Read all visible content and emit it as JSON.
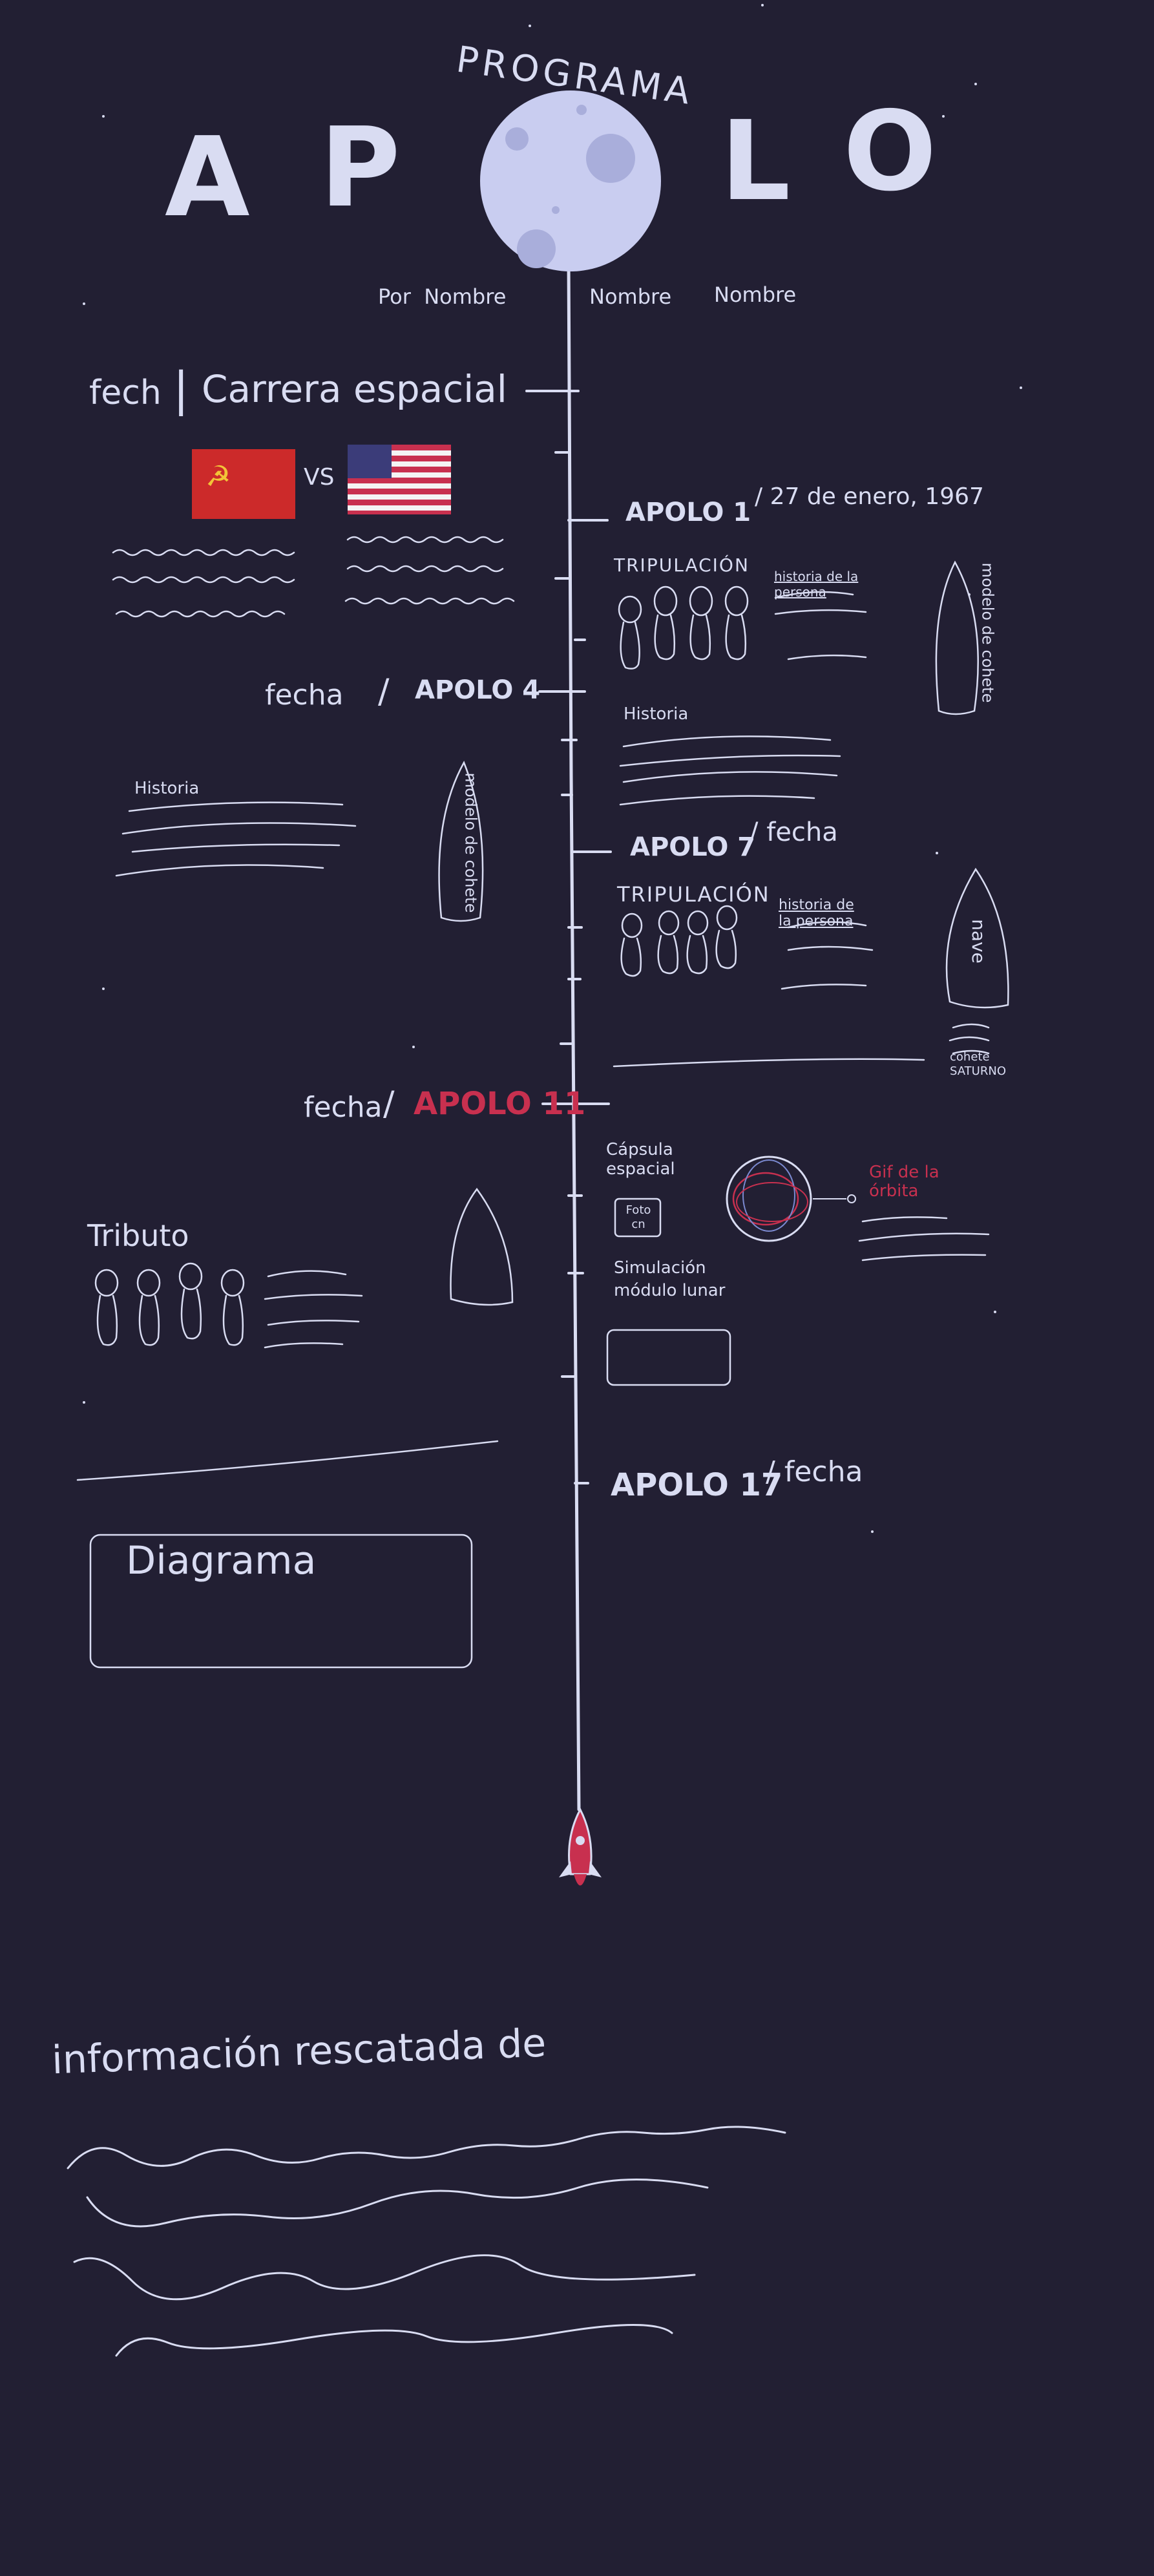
{
  "header": {
    "subtitle": "PROGRAMA",
    "title_left_1": "A",
    "title_left_2": "P",
    "title_right_1": "L",
    "title_right_2": "O",
    "authors": [
      "Por  Nombre",
      "Nombre",
      "Nombre"
    ]
  },
  "intro": {
    "date_label": "fech",
    "separator": "|",
    "title": "Carrera espacial",
    "vs": "VS"
  },
  "missions": [
    {
      "name": "APOLO 1",
      "date": "27 de enero, 1967",
      "crew_label": "TRIPULACIÓN",
      "crew_story": "historia de la persona",
      "rocket_label": "modelo de cohete"
    },
    {
      "name": "APOLO 4",
      "date": "fecha",
      "story_label": "Historia",
      "right_story_label": "Historia",
      "rocket_label": "modelo de cohete"
    },
    {
      "name": "APOLO 7",
      "date": "fecha",
      "crew_label": "TRIPULACIÓN",
      "crew_story": "historia de la persona",
      "rocket_label": "nave",
      "rocket_caption": "cohete SATURNO"
    },
    {
      "name": "APOLO 11",
      "date": "fecha",
      "capsule_label": "Cápsula espacial",
      "photo_label": "Foto cn",
      "orbit_label": "Gif de la órbita",
      "sim_label": "Simulación módulo lunar",
      "tribute_label": "Tributo"
    },
    {
      "name": "APOLO 17",
      "date": "fecha",
      "diagram_label": "Diagrama"
    }
  ],
  "footer": {
    "title": "información rescatada de"
  },
  "colors": {
    "background": "#221f33",
    "chalk": "#d9dcf2",
    "moon": "#c9cdf0",
    "accent": "#c8304f",
    "ussr_red": "#cc2a2a",
    "usa_blue": "#3b3c79"
  }
}
